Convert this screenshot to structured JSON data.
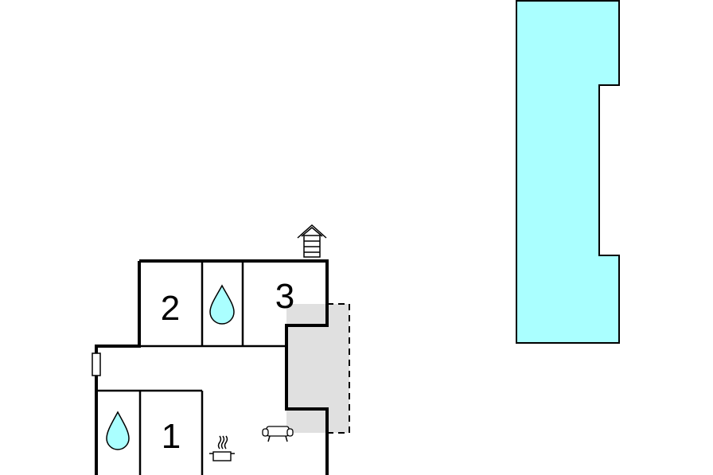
{
  "plan": {
    "rooms": [
      {
        "id": "room-1",
        "label": "1",
        "type": "bedroom"
      },
      {
        "id": "room-2",
        "label": "2",
        "type": "bedroom"
      },
      {
        "id": "room-3",
        "label": "3",
        "type": "bedroom"
      }
    ],
    "icons": [
      "water-drop-icon",
      "cooking-pot-icon",
      "sofa-icon",
      "house-entrance-icon",
      "door-icon"
    ],
    "colors": {
      "pool": "#aaffff",
      "terrace": "#e0e0e0",
      "walls": "#000000",
      "water": "#aaffff"
    }
  }
}
